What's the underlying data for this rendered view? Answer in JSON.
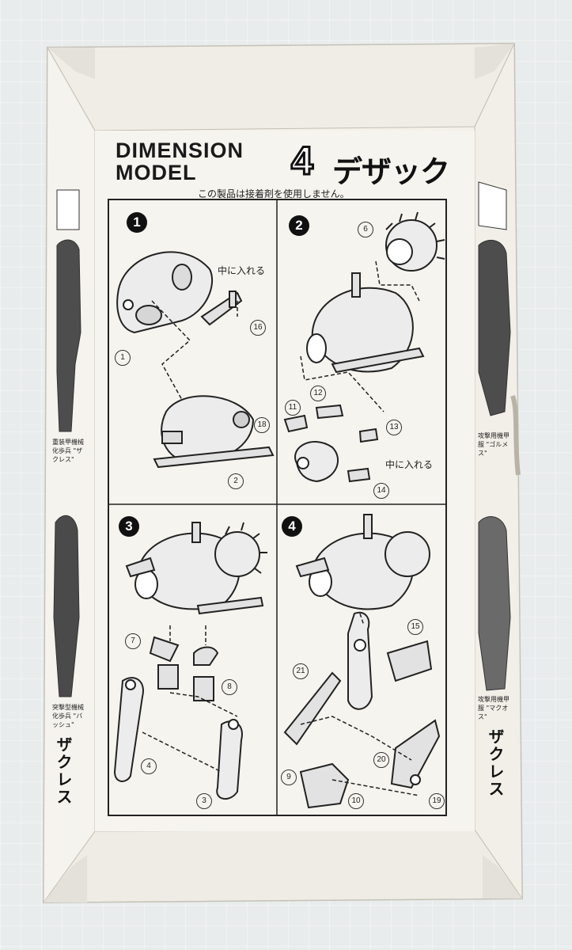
{
  "header": {
    "brand_line1": "DIMENSION",
    "brand_line2": "MODEL",
    "model_number": "4",
    "model_name": "デザック",
    "notice": "この製品は接着剤を使用しません。"
  },
  "steps": [
    {
      "number": "1",
      "note": "中に入れる",
      "parts": [
        "1",
        "16",
        "18",
        "2"
      ]
    },
    {
      "number": "2",
      "note": "中に入れる",
      "parts": [
        "6",
        "11",
        "12",
        "13",
        "14"
      ]
    },
    {
      "number": "3",
      "parts": [
        "7",
        "8",
        "4",
        "3"
      ]
    },
    {
      "number": "4",
      "parts": [
        "15",
        "21",
        "20",
        "9",
        "10",
        "19"
      ]
    }
  ],
  "side_panels": {
    "left_top_caption": "重装甲機械化歩兵 \"ザクレス\"",
    "left_bottom_caption": "突撃型機械化歩兵 \"バッシュ\"",
    "left_bottom_name": "ザクレス",
    "right_top_caption": "攻撃用機甲服 \"ゴルメス\"",
    "right_bottom_caption": "攻撃用機甲服 \"マクオス\"",
    "right_bottom_name": "ザクレス"
  },
  "colors": {
    "background": "#e9ecec",
    "box_inner": "#f4f2ec",
    "box_edge": "#d8d6cf",
    "ink": "#111111"
  }
}
